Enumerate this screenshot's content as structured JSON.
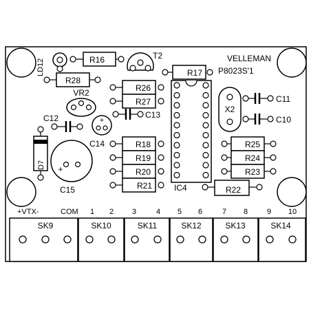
{
  "board": {
    "brand": "VELLEMAN",
    "part_number": "P8023S'1"
  },
  "components": {
    "LD12": "LD12",
    "R16": "R16",
    "T2": "T2",
    "R17": "R17",
    "R28": "R28",
    "VR2": "VR2",
    "R26": "R26",
    "R27": "R27",
    "C12": "C12",
    "C13": "C13",
    "C14": "C14",
    "C11": "C11",
    "C10": "C10",
    "X2": "X2",
    "D7": "D7",
    "C15": "C15",
    "R18": "R18",
    "R19": "R19",
    "R20": "R20",
    "R21": "R21",
    "R25": "R25",
    "R24": "R24",
    "R23": "R23",
    "R22": "R22",
    "IC4": "IC4"
  },
  "polarity_mark": "+",
  "pin_labels": [
    "+VTX-",
    "COM",
    "1",
    "2",
    "3",
    "4",
    "5",
    "6",
    "7",
    "8",
    "9",
    "10"
  ],
  "connectors": [
    "SK9",
    "SK10",
    "SK11",
    "SK12",
    "SK13",
    "SK14"
  ]
}
